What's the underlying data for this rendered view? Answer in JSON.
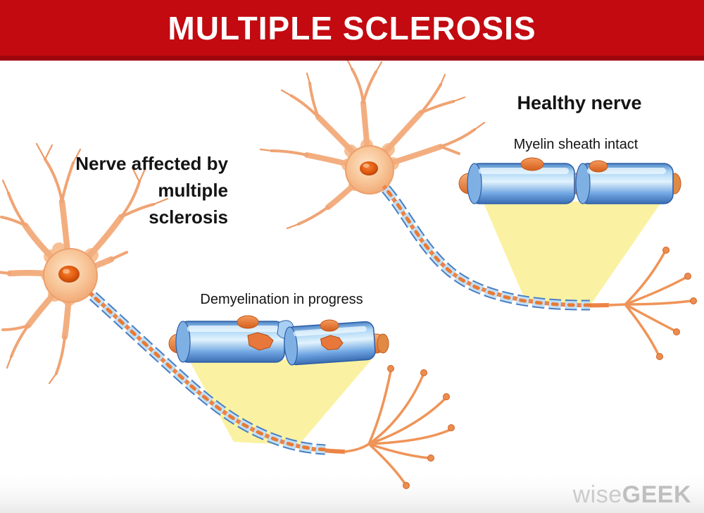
{
  "banner": {
    "title": "MULTIPLE SCLEROSIS"
  },
  "healthy": {
    "title": "Healthy nerve",
    "caption": "Myelin sheath intact"
  },
  "affected": {
    "title": "Nerve affected by\nmultiple\nsclerosis",
    "caption": "Demyelination in progress"
  },
  "watermark": {
    "prefix": "wise",
    "suffix": "GEEK"
  },
  "colors": {
    "banner_red": "#c20a10",
    "banner_red_dark": "#9e060d",
    "myelin_blue_dark": "#4a7ec2",
    "myelin_blue_light": "#c2e1f7",
    "axon_orange": "#ec8446",
    "soma_peach": "#f5b183",
    "nucleus_orange": "#e25c12",
    "magnifier_yellow": "#faf2a2",
    "text_black": "#141414",
    "watermark_gray": "#cbcbcb"
  }
}
